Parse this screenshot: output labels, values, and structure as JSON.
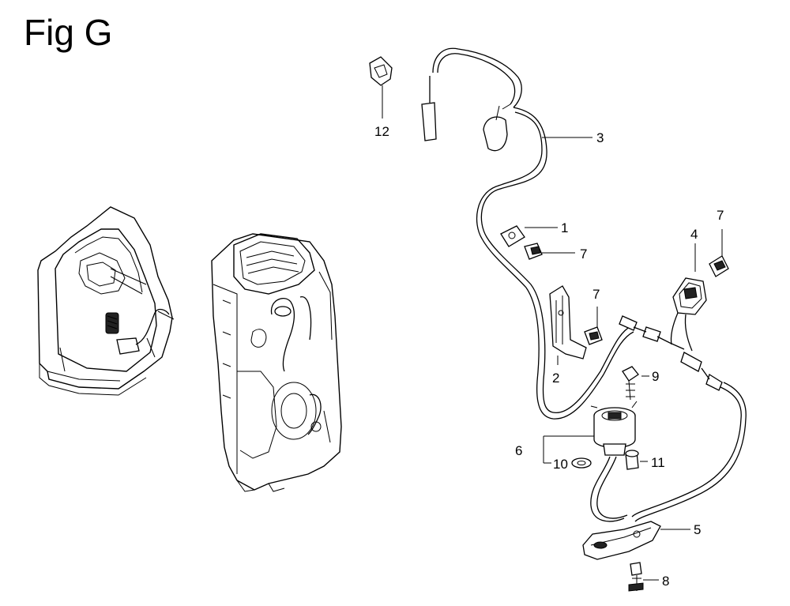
{
  "figure": {
    "title": "Fig G"
  },
  "callouts": [
    {
      "id": "12",
      "label": "12"
    },
    {
      "id": "3",
      "label": "3"
    },
    {
      "id": "1",
      "label": "1"
    },
    {
      "id": "7a",
      "label": "7"
    },
    {
      "id": "4",
      "label": "4"
    },
    {
      "id": "7b",
      "label": "7"
    },
    {
      "id": "7c",
      "label": "7"
    },
    {
      "id": "2",
      "label": "2"
    },
    {
      "id": "9",
      "label": "9"
    },
    {
      "id": "6",
      "label": "6"
    },
    {
      "id": "10",
      "label": "10"
    },
    {
      "id": "11",
      "label": "11"
    },
    {
      "id": "5",
      "label": "5"
    },
    {
      "id": "8",
      "label": "8"
    }
  ]
}
